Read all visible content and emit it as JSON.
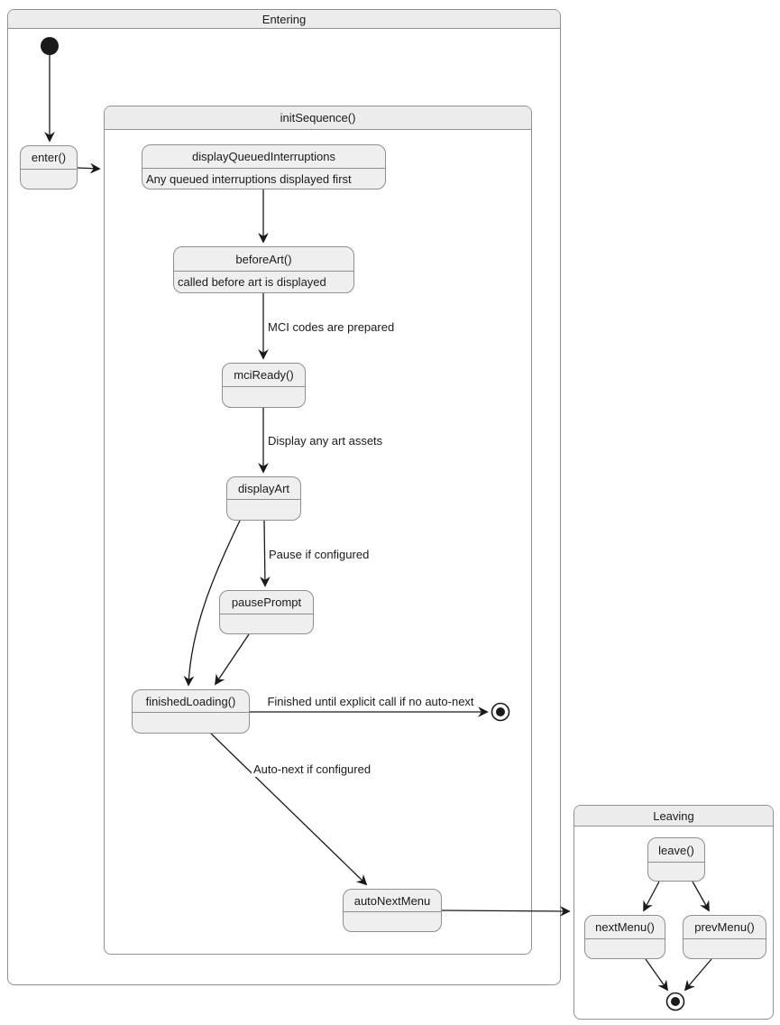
{
  "containers": {
    "entering": {
      "title": "Entering"
    },
    "init_sequence": {
      "title": "initSequence()"
    },
    "leaving": {
      "title": "Leaving"
    }
  },
  "states": {
    "enter": {
      "label": "enter()"
    },
    "display_queued_interruptions": {
      "label": "displayQueuedInterruptions",
      "description": "Any queued interruptions displayed first"
    },
    "before_art": {
      "label": "beforeArt()",
      "description": "called before art is displayed"
    },
    "mci_ready": {
      "label": "mciReady()"
    },
    "display_art": {
      "label": "displayArt"
    },
    "pause_prompt": {
      "label": "pausePrompt"
    },
    "finished_loading": {
      "label": "finishedLoading()"
    },
    "auto_next_menu": {
      "label": "autoNextMenu"
    },
    "leave": {
      "label": "leave()"
    },
    "next_menu": {
      "label": "nextMenu()"
    },
    "prev_menu": {
      "label": "prevMenu()"
    }
  },
  "transitions": {
    "before_art_to_mci_ready": {
      "label": "MCI codes are prepared"
    },
    "mci_ready_to_display_art": {
      "label": "Display any art assets"
    },
    "display_art_to_pause_prompt": {
      "label": "Pause if configured"
    },
    "finished_loading_to_final": {
      "label": "Finished until explicit call if no auto-next"
    },
    "finished_loading_to_auto_next_menu": {
      "label": "Auto-next if configured"
    }
  },
  "colors": {
    "state_fill": "#efefef",
    "title_bar_fill": "#ececec",
    "border": "#8f8f8f",
    "arrow": "#1a1a1a",
    "text": "#1a1a1a",
    "background": "#ffffff"
  }
}
